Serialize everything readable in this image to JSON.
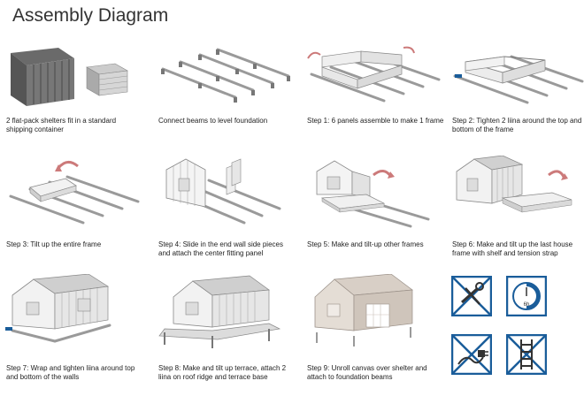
{
  "title": "Assembly Diagram",
  "steps": [
    {
      "caption": "2 flat-pack shelters fit in a standard shipping container"
    },
    {
      "caption": "Connect beams to level foundation"
    },
    {
      "caption": "Step 1: 6 panels assemble to make 1 frame"
    },
    {
      "caption": "Step 2: Tighten 2 liina around the top and bottom of the frame"
    },
    {
      "caption": "Step 3: Tilt up the entire frame"
    },
    {
      "caption": "Step 4: Slide in the end wall side pieces and attach the center fitting panel"
    },
    {
      "caption": "Step 5: Make and tilt-up other frames"
    },
    {
      "caption": "Step 6: Make and tilt up the last house frame with shelf and tension strap"
    },
    {
      "caption": "Step 7: Wrap and tighten liina around top and bottom of the walls"
    },
    {
      "caption": "Step 8: Make and tilt up terrace, attach 2 liina on roof ridge and terrace base"
    },
    {
      "caption": "Step 9: Unroll canvas over shelter and attach to foundation beams"
    }
  ],
  "icons": [
    {
      "name": "no-tools-icon",
      "label": ""
    },
    {
      "name": "six-hours-icon",
      "label": "6h"
    },
    {
      "name": "no-electricity-icon",
      "label": ""
    },
    {
      "name": "no-ladder-icon",
      "label": ""
    }
  ],
  "colors": {
    "icon_blue": "#1a5d9a",
    "arrow": "#cc7a7a",
    "canvas": "#d8cfc6"
  }
}
